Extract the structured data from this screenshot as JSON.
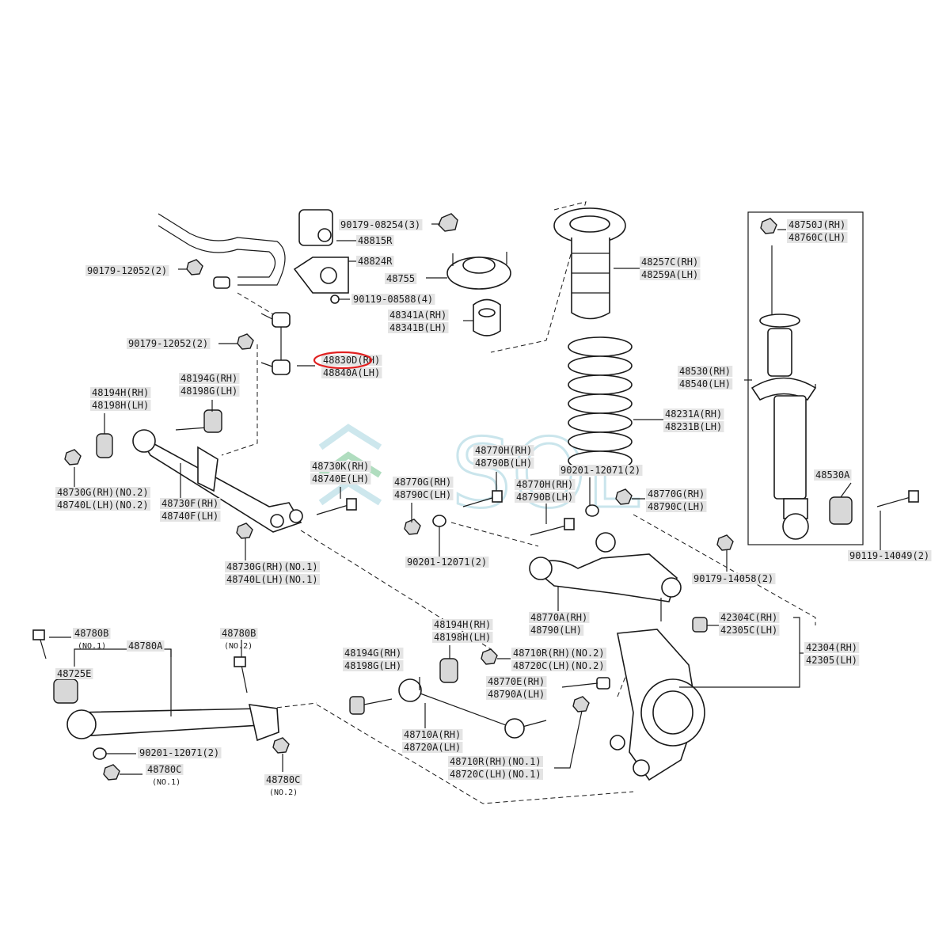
{
  "watermark": "SOL",
  "highlight_color": "#e02020",
  "labels": {
    "l1": "90179-08254(3)",
    "l2": "48815R",
    "l3": "48824R",
    "l4": "48755",
    "l5": "90119-08588(4)",
    "l6": "48341A(RH)",
    "l7": "48341B(LH)",
    "l8": "90179-12052(2)",
    "l9": "90179-12052(2)",
    "l10": "48830D(RH)",
    "l11": "48840A(LH)",
    "l12": "48257C(RH)",
    "l13": "48259A(LH)",
    "l14": "48231A(RH)",
    "l15": "48231B(LH)",
    "l16": "48750J(RH)",
    "l17": "48760C(LH)",
    "l18": "48530(RH)",
    "l19": "48540(LH)",
    "l20": "48530A",
    "l21": "48194G(RH)",
    "l22": "48198G(LH)",
    "l23": "48194H(RH)",
    "l24": "48198H(LH)",
    "l25": "48730G(RH)(NO.2)",
    "l26": "48740L(LH)(NO.2)",
    "l27": "48730F(RH)",
    "l28": "48740F(LH)",
    "l29": "48730K(RH)",
    "l30": "48740E(LH)",
    "l31": "48770G(RH)",
    "l32": "48790C(LH)",
    "l33": "48770H(RH)",
    "l34": "48790B(LH)",
    "l35": "48770H(RH)",
    "l36": "48790B(LH)",
    "l37": "90201-12071(2)",
    "l38": "48770G(RH)",
    "l39": "48790C(LH)",
    "l40": "90119-14049(2)",
    "l41": "48730G(RH)(NO.1)",
    "l42": "48740L(LH)(NO.1)",
    "l43": "90201-12071(2)",
    "l44": "90179-14058(2)",
    "l45": "48770A(RH)",
    "l46": "48790(LH)",
    "l47": "42304C(RH)",
    "l48": "42305C(LH)",
    "l49": "42304(RH)",
    "l50": "42305(LH)",
    "l51": "48194H(RH)",
    "l52": "48198H(LH)",
    "l53": "48710R(RH)(NO.2)",
    "l54": "48720C(LH)(NO.2)",
    "l55": "48194G(RH)",
    "l56": "48198G(LH)",
    "l57": "48770E(RH)",
    "l58": "48790A(LH)",
    "l59": "48710A(RH)",
    "l60": "48720A(LH)",
    "l61": "48710R(RH)(NO.1)",
    "l62": "48720C(LH)(NO.1)",
    "l63": "48780B",
    "l64": "(NO.1)",
    "l65": "48780A",
    "l66": "48780B",
    "l67": "(NO.2)",
    "l68": "48725E",
    "l69": "90201-12071(2)",
    "l70": "48780C",
    "l71": "(NO.1)",
    "l72": "48780C",
    "l73": "(NO.2)"
  }
}
